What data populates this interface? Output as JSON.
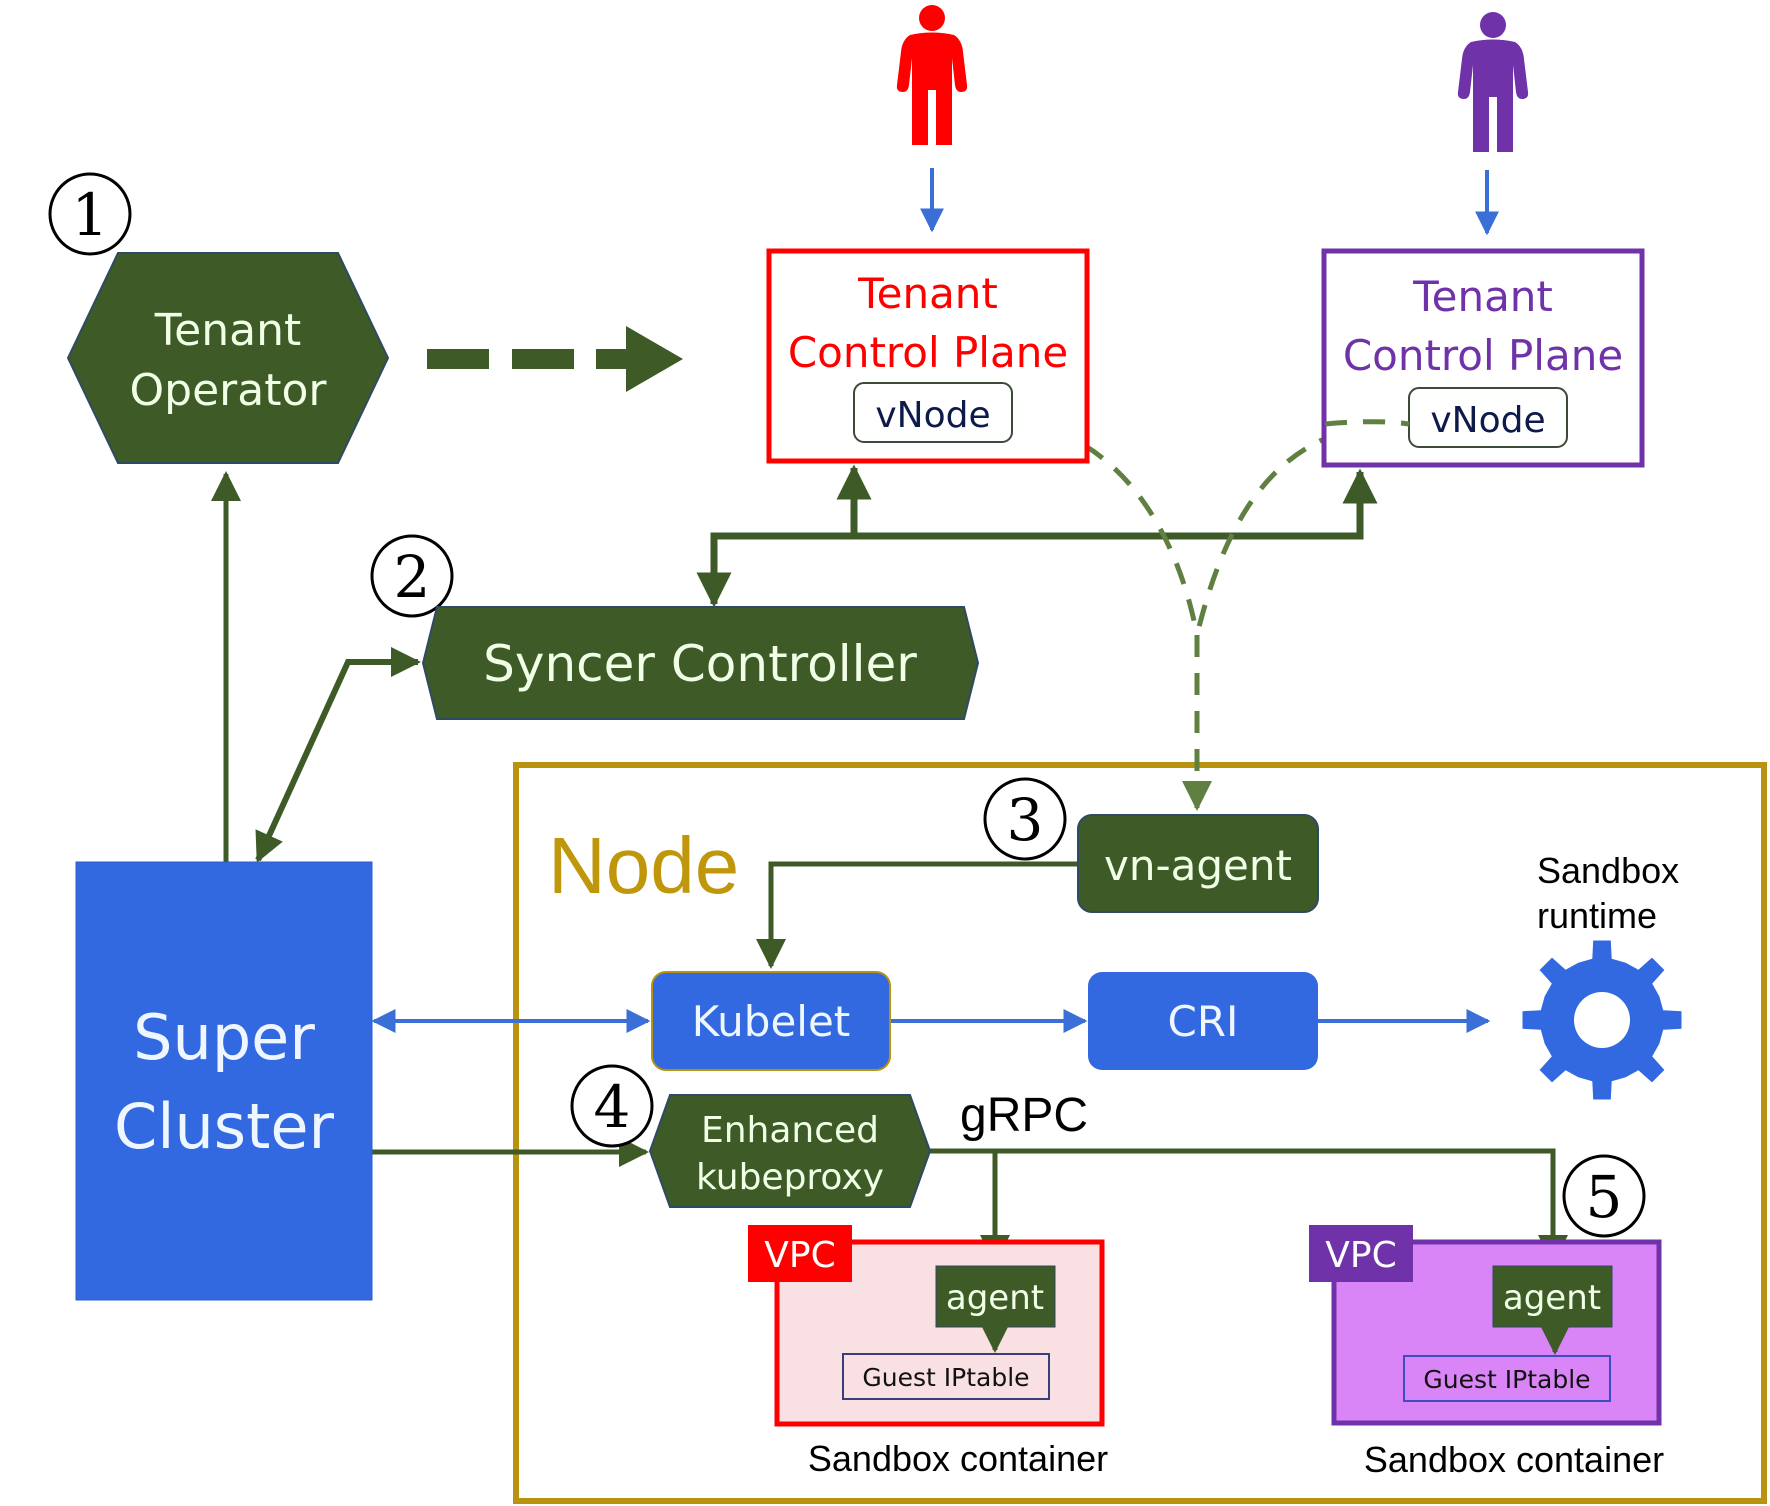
{
  "title": "Virtual Cluster architecture diagram",
  "colors": {
    "dark_green": "#3d5a27",
    "dashed_green": "#5f8040",
    "blue": "#3369e0",
    "blue_arrow": "#3a6fd8",
    "red": "#ff0000",
    "purple": "#6f32a8",
    "node_gold": "#b8930f",
    "node_label": "#c0960a",
    "text_light": "#f0ffe6",
    "vnode_text": "#0d1a4a",
    "red_vpc_fill": "#f8e0e3",
    "purple_vpc_fill": "#d985f7"
  },
  "markers": {
    "step1": "1",
    "step2": "2",
    "step3": "3",
    "step4": "4",
    "step5": "5"
  },
  "tenant_operator": {
    "line1": "Tenant",
    "line2": "Operator"
  },
  "tenant_cp_red": {
    "line1": "Tenant",
    "line2": "Control Plane",
    "vnode": "vNode",
    "user_icon": "person-icon"
  },
  "tenant_cp_purple": {
    "line1": "Tenant",
    "line2": "Control Plane",
    "vnode": "vNode",
    "user_icon": "person-icon"
  },
  "syncer": {
    "label": "Syncer Controller"
  },
  "super_cluster": {
    "line1": "Super",
    "line2": "Cluster"
  },
  "node": {
    "label": "Node",
    "vn_agent": "vn-agent",
    "kubelet": "Kubelet",
    "cri": "CRI",
    "sandbox_runtime_line1": "Sandbox",
    "sandbox_runtime_line2": "runtime",
    "runtime_icon": "gear-icon",
    "kubeproxy_line1": "Enhanced",
    "kubeproxy_line2": "kubeproxy",
    "grpc": "gRPC"
  },
  "sandbox_red": {
    "vpc": "VPC",
    "agent": "agent",
    "iptable": "Guest IPtable",
    "caption": "Sandbox container"
  },
  "sandbox_purple": {
    "vpc": "VPC",
    "agent": "agent",
    "iptable": "Guest IPtable",
    "caption": "Sandbox container"
  }
}
